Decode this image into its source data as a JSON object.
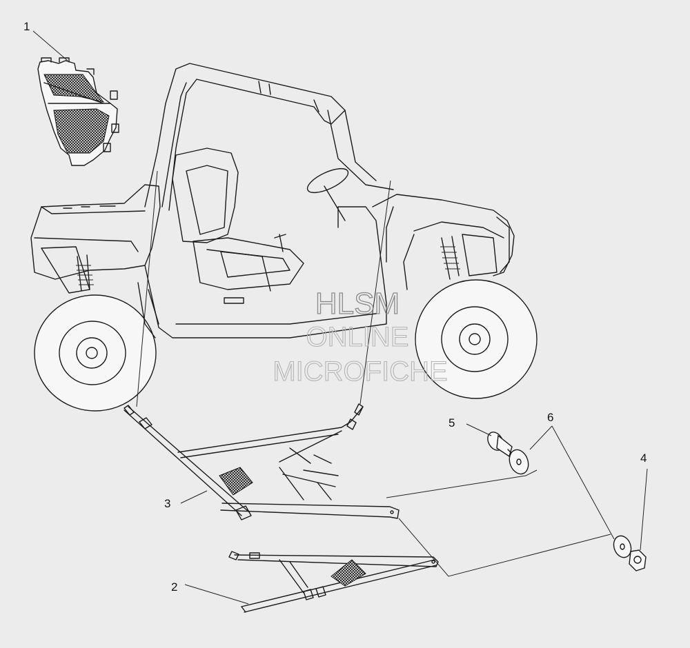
{
  "diagram": {
    "callouts": [
      {
        "label": "1"
      },
      {
        "label": "2"
      },
      {
        "label": "3"
      },
      {
        "label": "4"
      },
      {
        "label": "5"
      },
      {
        "label": "6"
      }
    ]
  },
  "watermark": {
    "line1": "HLSM",
    "line2": "ONLINE",
    "line3": "MICROFICHE"
  }
}
